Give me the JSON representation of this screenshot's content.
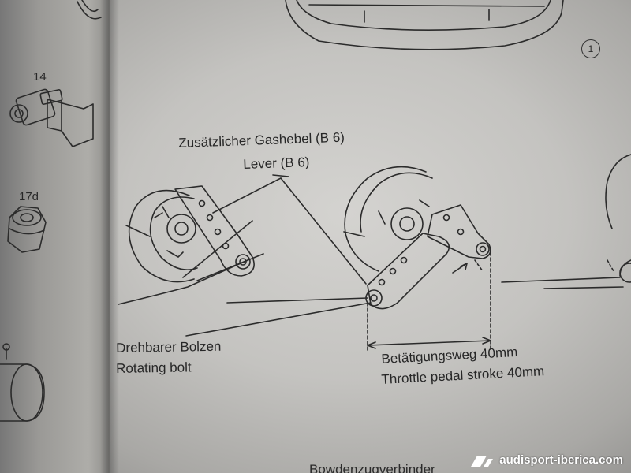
{
  "page": {
    "circled_number": "1"
  },
  "callout": {
    "de": "Zusätzlicher Gashebel (B 6)",
    "en": "Lever (B 6)"
  },
  "bolt": {
    "de": "Drehbarer Bolzen",
    "en": "Rotating bolt"
  },
  "stroke": {
    "de": "Betätigungsweg 40mm",
    "en": "Throttle pedal stroke 40mm"
  },
  "left_page": {
    "part_14": "14",
    "part_17d": "17d"
  },
  "bottom_cut_text": "Bowdenzugverbinder",
  "watermark": {
    "text": "audisport-iberica.com",
    "logo_icon": "audisport-logo-icon"
  },
  "colors": {
    "paper": "#c9c8c5",
    "ink": "#272727",
    "watermark": "#ffffff"
  }
}
